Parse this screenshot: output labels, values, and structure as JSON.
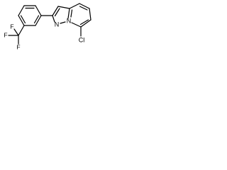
{
  "structure": {
    "atoms": {
      "n_ring": "N",
      "n_bridge": "N",
      "cl": "Cl",
      "cf3_c": "F",
      "cf3_f": "F",
      "cf3_f2": "F"
    }
  },
  "colors": {
    "bond": "#000000",
    "label": "#000000",
    "background": "#ffffff"
  }
}
